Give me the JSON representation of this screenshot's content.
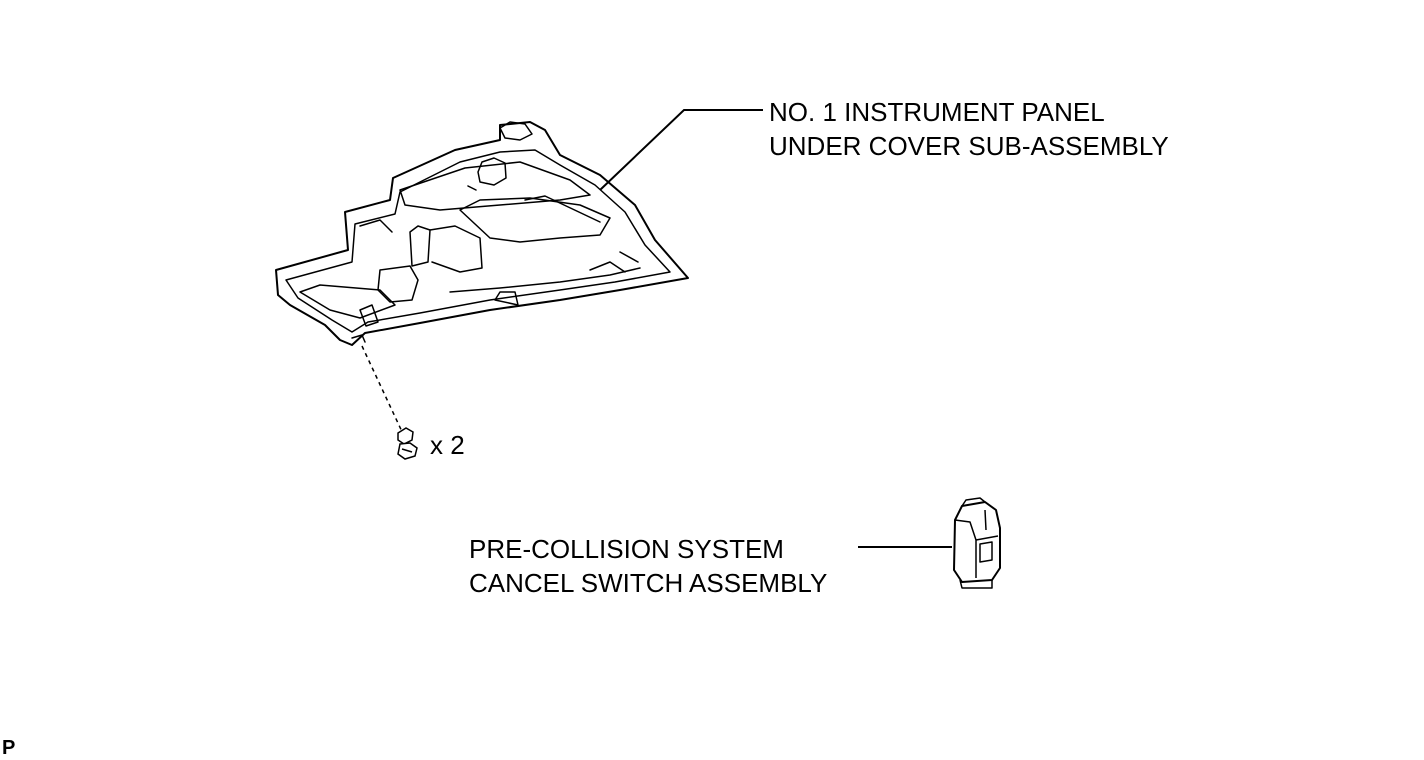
{
  "callouts": {
    "panel": {
      "line1": "NO. 1 INSTRUMENT PANEL",
      "line2": "UNDER COVER SUB-ASSEMBLY"
    },
    "switch": {
      "line1": "PRE-COLLISION SYSTEM",
      "line2": "CANCEL SWITCH ASSEMBLY"
    },
    "screw_quantity": "x 2"
  },
  "corner_mark": "P",
  "icons": {
    "panel": "instrument-panel-under-cover-drawing",
    "switch": "cancel-switch-drawing",
    "screw": "screw-icon"
  },
  "colors": {
    "line": "#000000",
    "background": "#ffffff"
  }
}
